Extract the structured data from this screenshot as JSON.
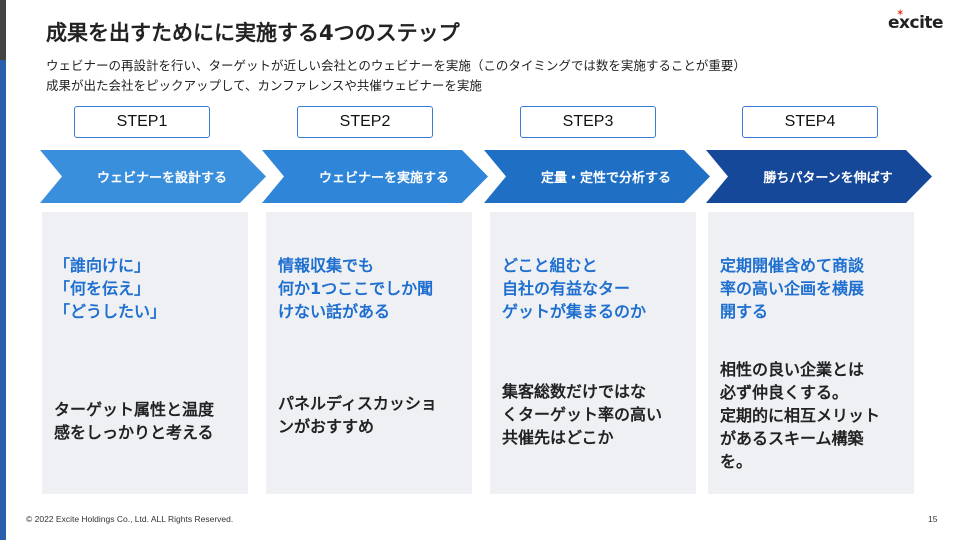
{
  "title": "成果を出すためにに実施する4つのステップ",
  "subtitle_lines": [
    "ウェビナーの再設計を行い、ターゲットが近しい会社とのウェビナーを実施（このタイミングでは数を実施することが重要）",
    "成果が出た会社をピックアップして、カンファレンスや共催ウェビナーを実施"
  ],
  "logo": {
    "text": "excite",
    "brand_color": "#e0381f"
  },
  "steps": [
    {
      "label": "STEP1",
      "title": "ウェビナーを設計する",
      "head": "「誰向けに」\n「何を伝え」\n「どうしたい」",
      "body": "ターゲット属性と温度\n感をしっかりと考える"
    },
    {
      "label": "STEP2",
      "title": "ウェビナーを実施する",
      "head": "情報収集でも\n何か1つここでしか聞\nけない話がある",
      "body": "パネルディスカッショ\nンがおすすめ"
    },
    {
      "label": "STEP3",
      "title": "定量・定性で分析する",
      "head": "どこと組むと\n自社の有益なター\nゲットが集まるのか",
      "body": "集客総数だけではな\nくターゲット率の高い\n共催先はどこか"
    },
    {
      "label": "STEP4",
      "title": "勝ちパターンを伸ばす",
      "head": "定期開催含めて商談\n率の高い企画を横展\n開する",
      "body": "相性の良い企業とは\n必ず仲良くする。\n定期的に相互メリット\nがあるスキーム構築\nを。"
    }
  ],
  "footer": "© 2022 Excite Holdings Co., Ltd. ALL Rights Reserved.",
  "page_number": "15",
  "colors": {
    "accent": "#1e6fd0",
    "chevron_1": "#3a8fdc",
    "chevron_2": "#2f86d8",
    "chevron_3": "#1f6fc4",
    "chevron_4": "#16489a",
    "card_bg": "#eef0f3"
  }
}
